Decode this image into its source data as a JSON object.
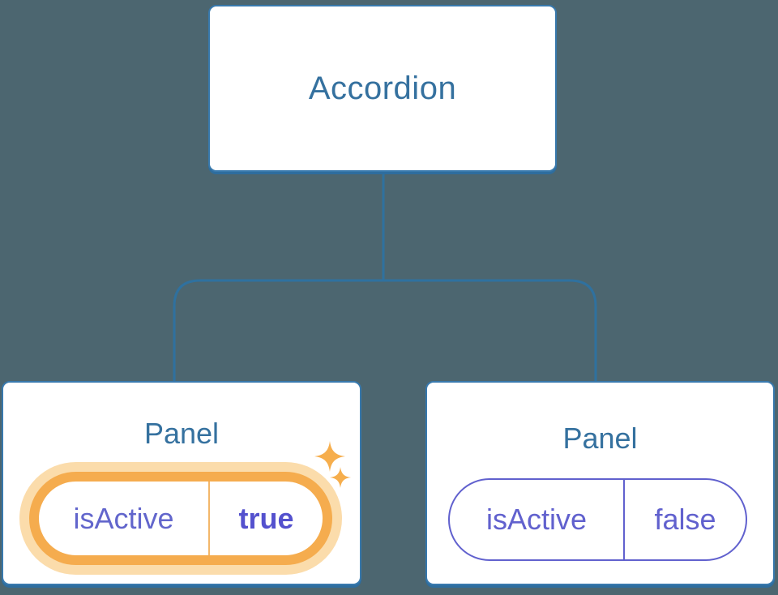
{
  "tree": {
    "root": {
      "label": "Accordion"
    },
    "panels": [
      {
        "title": "Panel",
        "state_key": "isActive",
        "state_value": "true",
        "highlighted": true
      },
      {
        "title": "Panel",
        "state_key": "isActive",
        "state_value": "false",
        "highlighted": false
      }
    ]
  },
  "colors": {
    "background": "#4C6670",
    "node_fill": "#FFFFFF",
    "node_border": "#3879AD",
    "node_border_bottom": "#2E6D9E",
    "node_text": "#35719F",
    "connector_line": "#2F719F",
    "highlight_ring": "#F5AC4E",
    "highlight_glow": "#FBDCAB",
    "highlight_divider": "#F3B76A",
    "sparkle": "#F6AE4D",
    "state_stroke": "#6161CE",
    "state_text": "#6266CC",
    "state_value_active_text": "#5451CE"
  }
}
